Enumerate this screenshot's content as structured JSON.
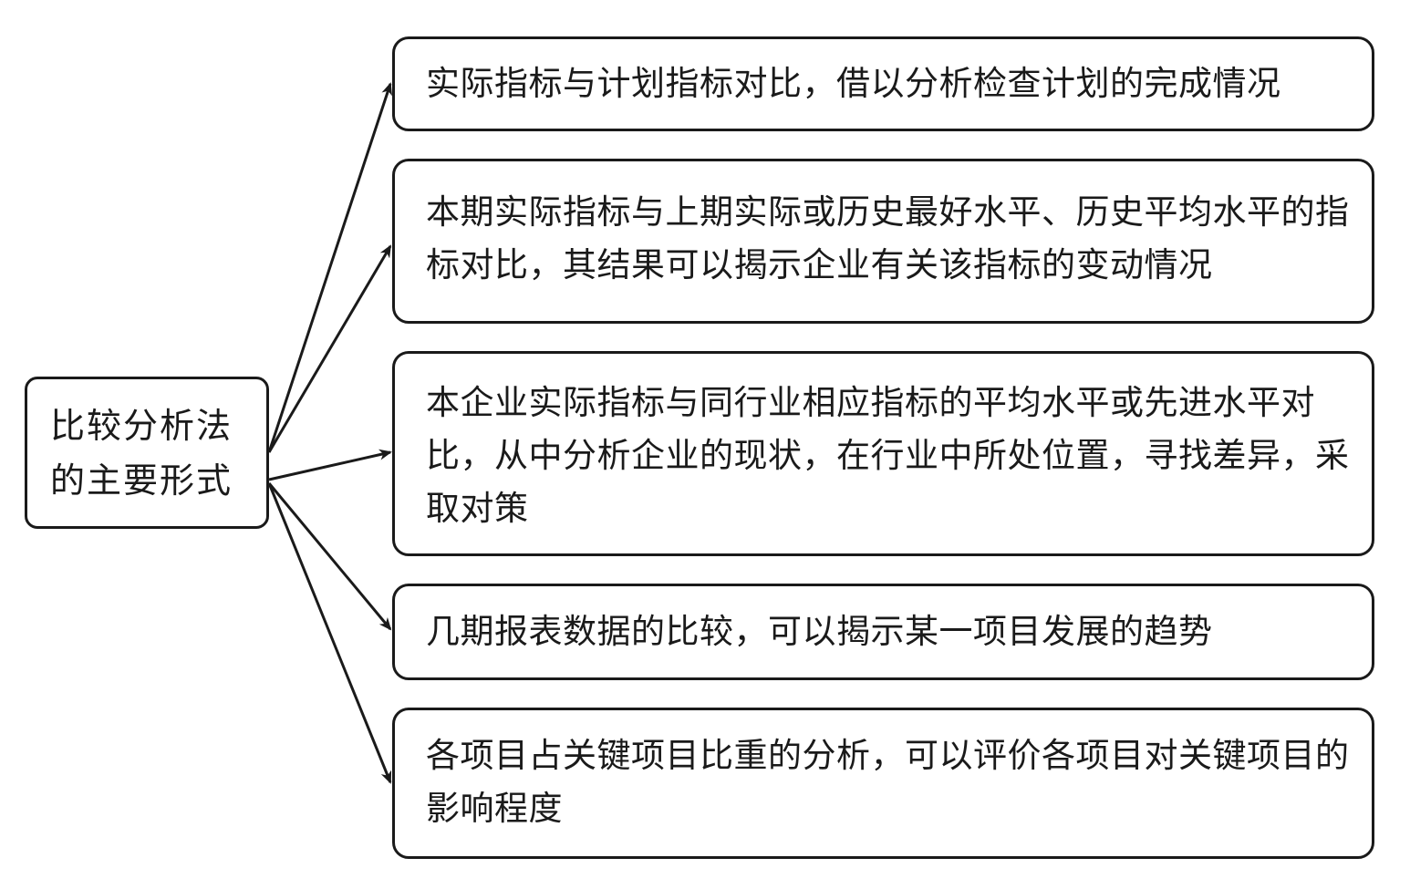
{
  "title": "比较分析法的主要形式",
  "root": {
    "line1": "比较分析法",
    "line2": "的主要形式"
  },
  "branches": [
    {
      "text": "实际指标与计划指标对比，借以分析检查计划的完成情况"
    },
    {
      "text": "本期实际指标与上期实际或历史最好水平、历史平均水平的指标对比，其结果可以揭示企业有关该指标的变动情况"
    },
    {
      "text": "本企业实际指标与同行业相应指标的平均水平或先进水平对比，从中分析企业的现状，在行业中所处位置，寻找差异，采取对策"
    },
    {
      "text": "几期报表数据的比较，可以揭示某一项目发展的趋势"
    },
    {
      "text": "各项目占关键项目比重的分析，可以评价各项目对关键项目的影响程度"
    }
  ],
  "colors": {
    "stroke": "#1a1a1a",
    "background": "#ffffff"
  }
}
